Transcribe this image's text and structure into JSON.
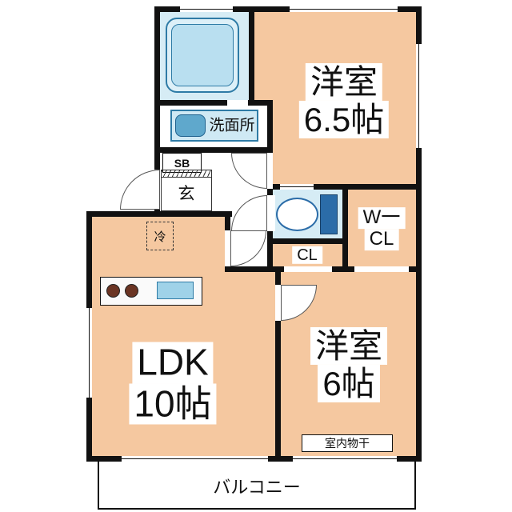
{
  "colors": {
    "wall": "#111111",
    "room_fill": "#f5c8a0",
    "wet_room_fill": "#d6ecf5",
    "fixture_outline_blue": "#2e7ba6",
    "basin_blue": "#5fa8cc",
    "toilet_tank_blue": "#2b6ca8",
    "burner_brown": "#6b3524"
  },
  "rooms": {
    "bedroom1": {
      "name": "洋室",
      "size": "6.5帖"
    },
    "bedroom2": {
      "name": "洋室",
      "size": "6帖"
    },
    "ldk": {
      "name": "LDK",
      "size": "10帖"
    },
    "washroom": {
      "label": "洗面所"
    },
    "wcl": {
      "line1": "W一",
      "line2": "CL"
    },
    "cl": {
      "label": "CL"
    },
    "entrance": {
      "label": "玄"
    },
    "shoe_box": {
      "label": "SB"
    },
    "refrigerator": {
      "label": "冷"
    },
    "indoor_drying": {
      "label": "室内物干"
    },
    "balcony": {
      "label": "バルコニー"
    }
  }
}
